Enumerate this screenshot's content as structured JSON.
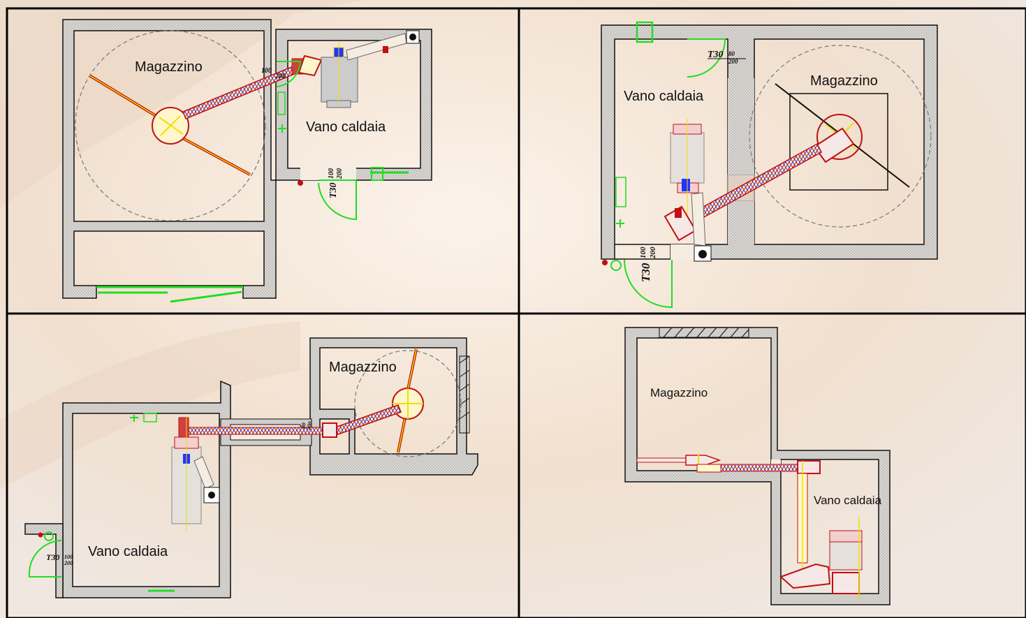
{
  "panels": [
    {
      "id": "top-left",
      "labels": {
        "storage": "Magazzino",
        "boiler": "Vano caldaia"
      },
      "door_main": {
        "rating": "T30",
        "width": "100",
        "height": "200"
      },
      "door_small": {
        "width": "100",
        "height": "200"
      }
    },
    {
      "id": "top-right",
      "labels": {
        "storage": "Magazzino",
        "boiler": "Vano caldaia"
      },
      "door_main": {
        "rating": "T30",
        "width": "100",
        "height": "200"
      },
      "door_small": {
        "rating": "T30",
        "width": "80",
        "height": "200"
      }
    },
    {
      "id": "bottom-left",
      "labels": {
        "storage": "Magazzino",
        "boiler": "Vano caldaia"
      },
      "door_main": {
        "rating": "T30",
        "width": "100",
        "height": "200"
      },
      "door_small": {
        "width": "80",
        "height": "200"
      }
    },
    {
      "id": "bottom-right",
      "labels": {
        "storage": "Magazzino",
        "boiler": "Vano caldaia"
      }
    }
  ],
  "colors": {
    "background": "#f3e6d8",
    "frame": "#000000",
    "wall_fill": "#d9d6d2",
    "door_green": "#22dd22",
    "auger_red": "#c01010",
    "auger_blue": "#2233ff",
    "centerline_yellow": "#f0e000",
    "boiler_gray": "#9a9a9a"
  }
}
